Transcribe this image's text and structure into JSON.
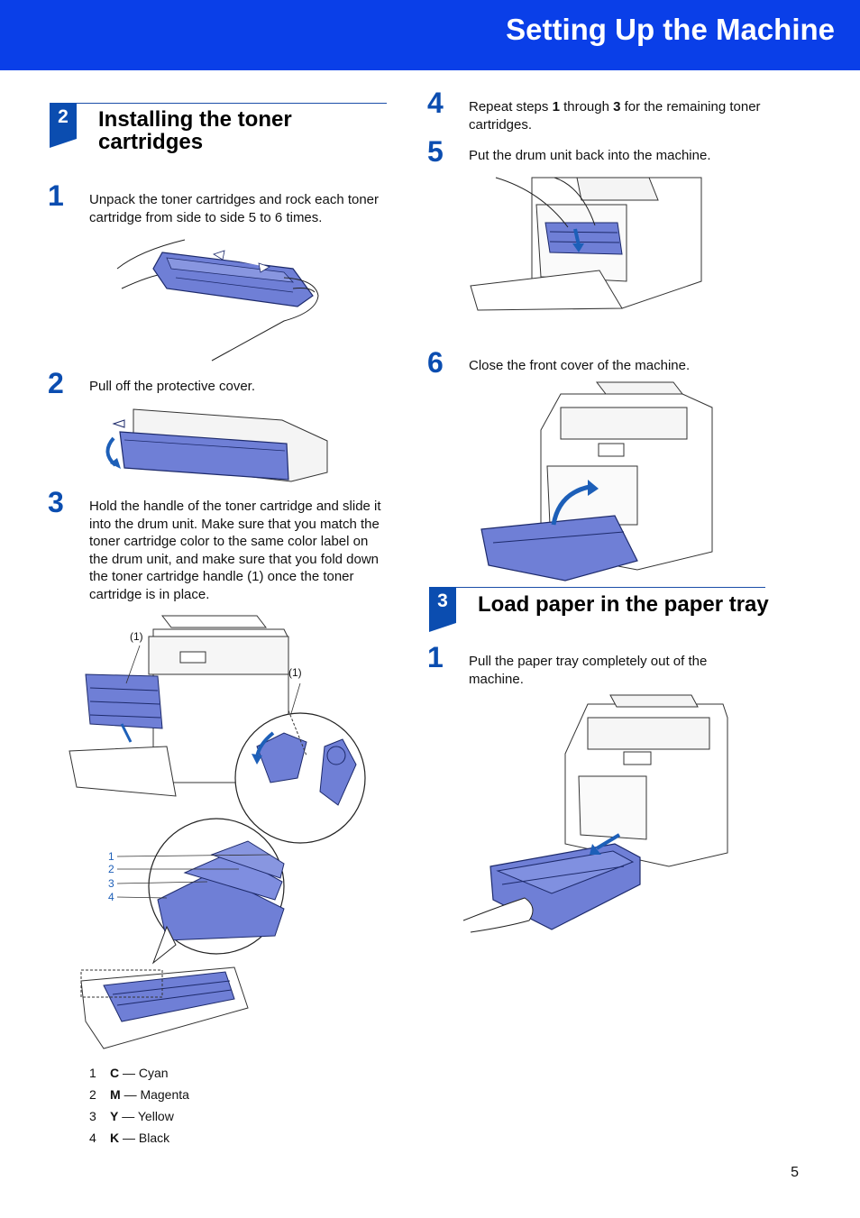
{
  "header": {
    "title": "Setting Up the Machine"
  },
  "section2": {
    "number": "2",
    "title_line1": "Installing the toner",
    "title_line2": "cartridges",
    "steps": [
      {
        "num": "1",
        "text": "Unpack the toner cartridges and rock each toner cartridge from side to side 5 to 6 times."
      },
      {
        "num": "2",
        "text": "Pull off the protective cover."
      },
      {
        "num": "3",
        "text": "Hold the handle of the toner cartridge and slide it into the drum unit. Make sure that you match the toner cartridge color to the same color label on the drum unit, and make sure that you fold down the toner cartridge handle (1) once the toner cartridge is in place."
      }
    ],
    "figure3_callout": "(1)",
    "figure3_callout2": "(1)",
    "figure3_labels": [
      "1",
      "2",
      "3",
      "4"
    ],
    "colors": [
      {
        "n": "1",
        "code": "C",
        "name": "— Cyan"
      },
      {
        "n": "2",
        "code": "M",
        "name": "— Magenta"
      },
      {
        "n": "3",
        "code": "Y",
        "name": "— Yellow"
      },
      {
        "n": "4",
        "code": "K",
        "name": "— Black"
      }
    ]
  },
  "right_steps": [
    {
      "num": "4",
      "pre": "Repeat steps ",
      "b1": "1",
      "mid": " through ",
      "b2": "3",
      "post": " for the remaining toner cartridges."
    },
    {
      "num": "5",
      "text": "Put the drum unit back into the machine."
    },
    {
      "num": "6",
      "text": "Close the front cover of the machine."
    }
  ],
  "section3": {
    "number": "3",
    "title": "Load paper in the paper tray",
    "steps": [
      {
        "num": "1",
        "text": "Pull the paper tray completely out of the machine."
      }
    ]
  },
  "footer": {
    "page_number": "5"
  },
  "colors_theme": {
    "banner": "#0a3fe8",
    "accent": "#0b4db0",
    "toner": "#6f7fd6"
  }
}
